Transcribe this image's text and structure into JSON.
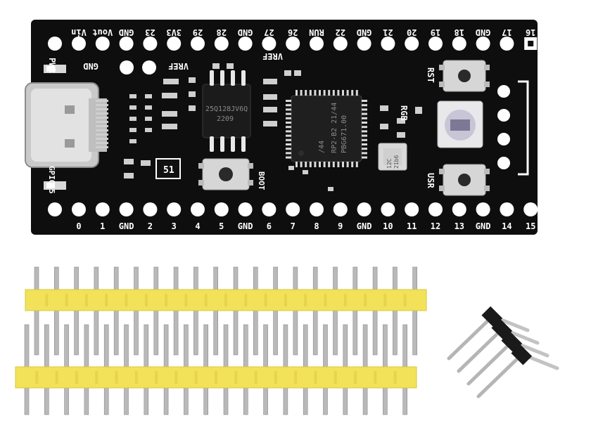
{
  "board": {
    "top_pin_labels": [
      "Vin",
      "Vout",
      "GND",
      "23",
      "3V3",
      "29",
      "28",
      "GND",
      "27",
      "26",
      "RUN",
      "22",
      "GND",
      "21",
      "20",
      "19",
      "18",
      "GND",
      "17",
      "16"
    ],
    "bottom_pin_labels": [
      "0",
      "1",
      "GND",
      "2",
      "3",
      "4",
      "5",
      "GND",
      "6",
      "7",
      "8",
      "9",
      "GND",
      "10",
      "11",
      "12",
      "13",
      "GND",
      "14",
      "15"
    ],
    "pwr_label": "PWR",
    "gnd_label": "GND",
    "vref_label": "VREF",
    "vref_label_2": "VREF",
    "boot_label": "BOOT",
    "rst_label": "RST",
    "rgb_label": "RGB",
    "usr_label": "USR",
    "gpio25_label": "GPIO25",
    "flash_line1": "25Q128JV6Q",
    "flash_line2": "2209",
    "mcu_line1": "/44",
    "mcu_line2": "RP2-B2   21/44",
    "mcu_line3": "PBG671.00",
    "crystal_line1": "12C",
    "crystal_line2": "21b6",
    "regulator_code": "51"
  },
  "headers": {
    "long_strip_pin_count": 20,
    "right_angle_pin_count": 4,
    "housing_color": "#f2e25a",
    "right_angle_housing_color": "#1a1a1a"
  }
}
